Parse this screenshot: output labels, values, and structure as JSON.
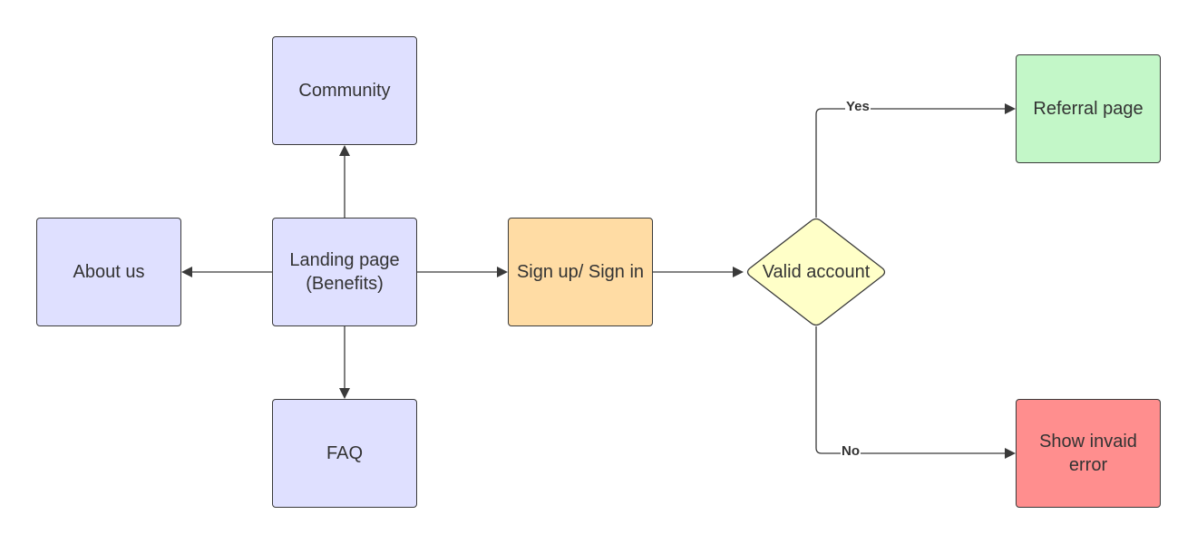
{
  "colors": {
    "lavender": "#dfe0ff",
    "orange": "#ffdca4",
    "yellow": "#ffffc8",
    "green": "#c3f7c8",
    "red": "#ff8e8e",
    "stroke": "#3a3a3a"
  },
  "nodes": {
    "community": "Community",
    "about_us": "About us",
    "landing_page": "Landing page (Benefits)",
    "faq": "FAQ",
    "sign_up": "Sign up/ Sign in",
    "valid_account": "Valid account",
    "referral_page": "Referral page",
    "show_error": "Show invaid error"
  },
  "edges": {
    "yes_label": "Yes",
    "no_label": "No"
  }
}
